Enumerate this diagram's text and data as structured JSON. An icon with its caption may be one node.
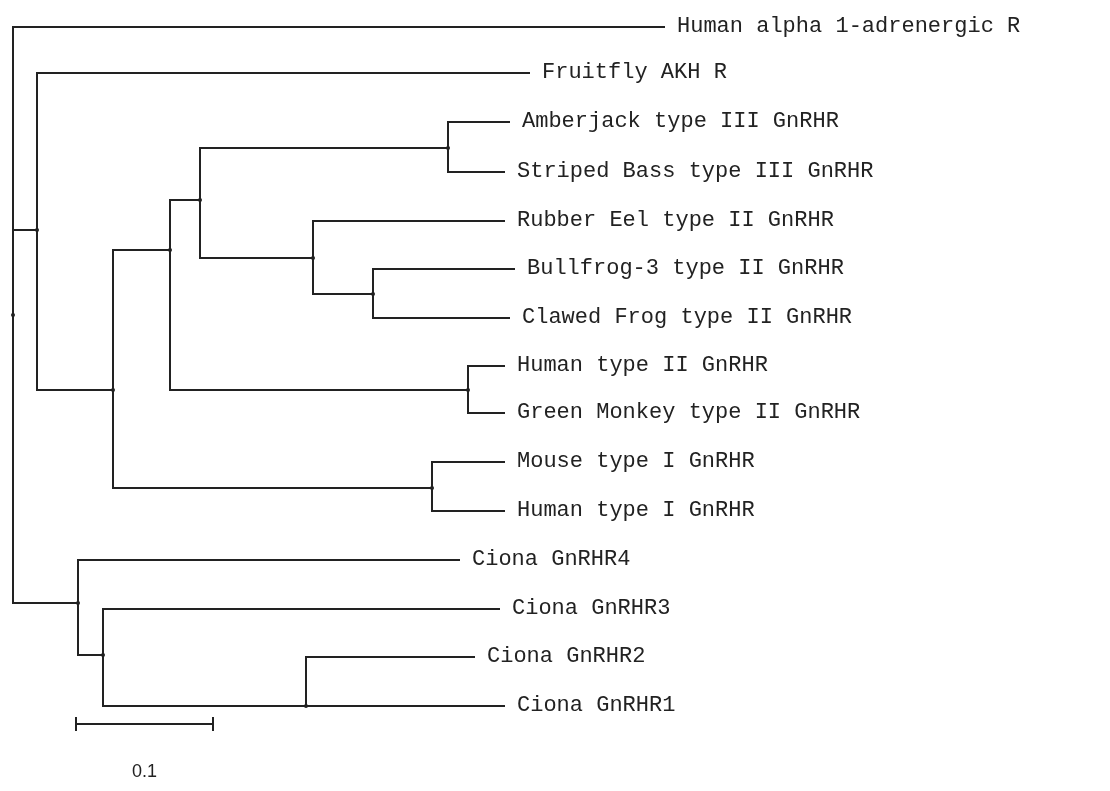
{
  "diagram": {
    "nodes": [
      {
        "text": [
          "Human alpha 1-adrenergic R"
        ]
      },
      {
        "text": [
          "Fruitfly AKH R"
        ]
      },
      {
        "text": [
          "Amberjack type III GnRHR"
        ]
      },
      {
        "text": [
          "Striped Bass type III GnRHR"
        ]
      },
      {
        "text": [
          "Rubber Eel type II GnRHR"
        ]
      },
      {
        "text": [
          "Bullfrog-3 type II GnRHR"
        ]
      },
      {
        "text": [
          "Clawed Frog type II GnRHR"
        ]
      },
      {
        "text": [
          "Human type II GnRHR"
        ]
      },
      {
        "text": [
          "Green Monkey type II GnRHR"
        ]
      },
      {
        "text": [
          "Mouse type I GnRHR"
        ]
      },
      {
        "text": [
          "Human type I GnRHR"
        ]
      },
      {
        "text": [
          "Ciona GnRHR4"
        ]
      },
      {
        "text": [
          "Ciona GnRHR3"
        ]
      },
      {
        "text": [
          "Ciona GnRHR2"
        ]
      },
      {
        "text": [
          "Ciona GnRHR1"
        ]
      },
      {
        "text": [],
        "shape": "point"
      },
      {
        "text": [],
        "shape": "point"
      },
      {
        "text": [],
        "shape": "point"
      },
      {
        "text": [],
        "shape": "point"
      },
      {
        "text": [],
        "shape": "point"
      },
      {
        "text": [],
        "shape": "point"
      },
      {
        "text": [],
        "shape": "point"
      },
      {
        "text": [],
        "shape": "point"
      },
      {
        "text": [],
        "shape": "point"
      },
      {
        "text": [],
        "shape": "point"
      },
      {
        "text": [],
        "shape": "point"
      },
      {
        "text": [],
        "shape": "point"
      },
      {
        "text": [],
        "shape": "point"
      }
    ],
    "edges": [
      {
        "from": 15,
        "to": 0,
        "arrow": "none"
      },
      {
        "from": 15,
        "to": 16,
        "arrow": "none"
      },
      {
        "from": 15,
        "to": 25,
        "arrow": "none"
      },
      {
        "from": 16,
        "to": 1,
        "arrow": "none"
      },
      {
        "from": 16,
        "to": 17,
        "arrow": "none"
      },
      {
        "from": 17,
        "to": 18,
        "arrow": "none"
      },
      {
        "from": 17,
        "to": 24,
        "arrow": "none"
      },
      {
        "from": 18,
        "to": 19,
        "arrow": "none"
      },
      {
        "from": 18,
        "to": 23,
        "arrow": "none"
      },
      {
        "from": 19,
        "to": 20,
        "arrow": "none"
      },
      {
        "from": 19,
        "to": 21,
        "arrow": "none"
      },
      {
        "from": 20,
        "to": 2,
        "arrow": "none"
      },
      {
        "from": 20,
        "to": 3,
        "arrow": "none"
      },
      {
        "from": 21,
        "to": 4,
        "arrow": "none"
      },
      {
        "from": 21,
        "to": 22,
        "arrow": "none"
      },
      {
        "from": 22,
        "to": 5,
        "arrow": "none"
      },
      {
        "from": 22,
        "to": 6,
        "arrow": "none"
      },
      {
        "from": 23,
        "to": 7,
        "arrow": "none"
      },
      {
        "from": 23,
        "to": 8,
        "arrow": "none"
      },
      {
        "from": 24,
        "to": 9,
        "arrow": "none"
      },
      {
        "from": 24,
        "to": 10,
        "arrow": "none"
      },
      {
        "from": 25,
        "to": 11,
        "arrow": "none"
      },
      {
        "from": 25,
        "to": 26,
        "arrow": "none"
      },
      {
        "from": 26,
        "to": 12,
        "arrow": "none"
      },
      {
        "from": 26,
        "to": 27,
        "arrow": "none"
      },
      {
        "from": 27,
        "to": 13,
        "arrow": "none"
      },
      {
        "from": 27,
        "to": 14,
        "arrow": "none"
      }
    ],
    "labels": [
      "0.1"
    ]
  }
}
